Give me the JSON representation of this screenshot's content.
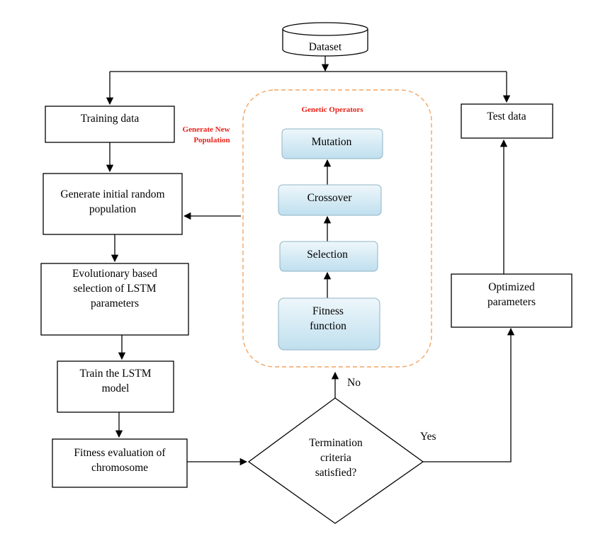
{
  "nodes": {
    "dataset": "Dataset",
    "training_data": "Training data",
    "test_data": "Test data",
    "generate_initial": [
      "Generate initial random",
      "population"
    ],
    "evolutionary": [
      "Evolutionary based",
      "selection of LSTM",
      "parameters"
    ],
    "train_lstm": [
      "Train the LSTM",
      "model"
    ],
    "fitness_eval": [
      "Fitness evaluation of",
      "chromosome"
    ],
    "termination": [
      "Termination",
      "criteria",
      "satisfied?"
    ],
    "optimized": [
      "Optimized",
      "parameters"
    ]
  },
  "genetic_operators": {
    "title": "Genetic Operators",
    "mutation": "Mutation",
    "crossover": "Crossover",
    "selection": "Selection",
    "fitness_function": [
      "Fitness",
      "function"
    ]
  },
  "annotations": {
    "generate_new_population": [
      "Generate New",
      "Population"
    ],
    "no": "No",
    "yes": "Yes"
  },
  "colors": {
    "operator_fill_top": "#eef7fb",
    "operator_fill_bottom": "#bfdfee",
    "operator_border": "#8fb3c6",
    "dashed_border": "#f4a460",
    "red_text": "#e8231a"
  }
}
